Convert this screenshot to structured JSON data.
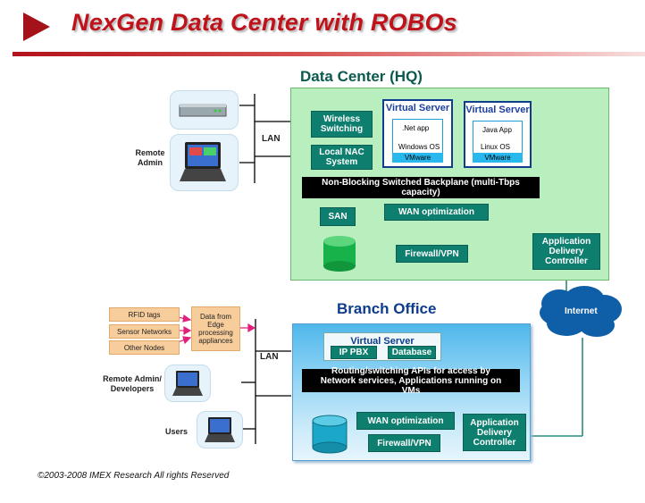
{
  "title": "NexGen Data Center with ROBOs",
  "footer": "©2003-2008 IMEX Research All rights Reserved",
  "colors": {
    "title_red": "#c0121b",
    "teal": "#0e7f6e",
    "dc_green": "#b9efbf",
    "branch_blue": "#4fb7ea"
  },
  "data_center": {
    "heading": "Data Center (HQ)",
    "wireless": "Wireless Switching",
    "nac": "Local NAC System",
    "vs1": {
      "title": "Virtual Server",
      "app": ".Net app",
      "os": "Windows OS",
      "hv": "VMware"
    },
    "vs2": {
      "title": "Virtual Server",
      "app": "Java App",
      "os": "Linux OS",
      "hv": "VMware"
    },
    "backplane": "Non-Blocking Switched Backplane (multi-Tbps capacity)",
    "san": "SAN",
    "wan": "WAN optimization",
    "firewall": "Firewall/VPN",
    "adc": "Application Delivery Controller"
  },
  "left_top": {
    "lan": "LAN",
    "remote_admin": "Remote Admin"
  },
  "internet": "Internet",
  "branch": {
    "heading": "Branch Office",
    "vs_title": "Virtual Server",
    "ippbx": "IP PBX",
    "database": "Database",
    "routing": "Routing/switching APIs for access by Network services, Applications running on VMs",
    "wan": "WAN optimization",
    "firewall": "Firewall/VPN",
    "adc": "Application Delivery Controller"
  },
  "left_bottom": {
    "lan": "LAN",
    "rfid": "RFID tags",
    "sensor": "Sensor Networks",
    "other": "Other Nodes",
    "edge": "Data from Edge processing appliances",
    "remote_dev": "Remote Admin/ Developers",
    "users": "Users"
  }
}
